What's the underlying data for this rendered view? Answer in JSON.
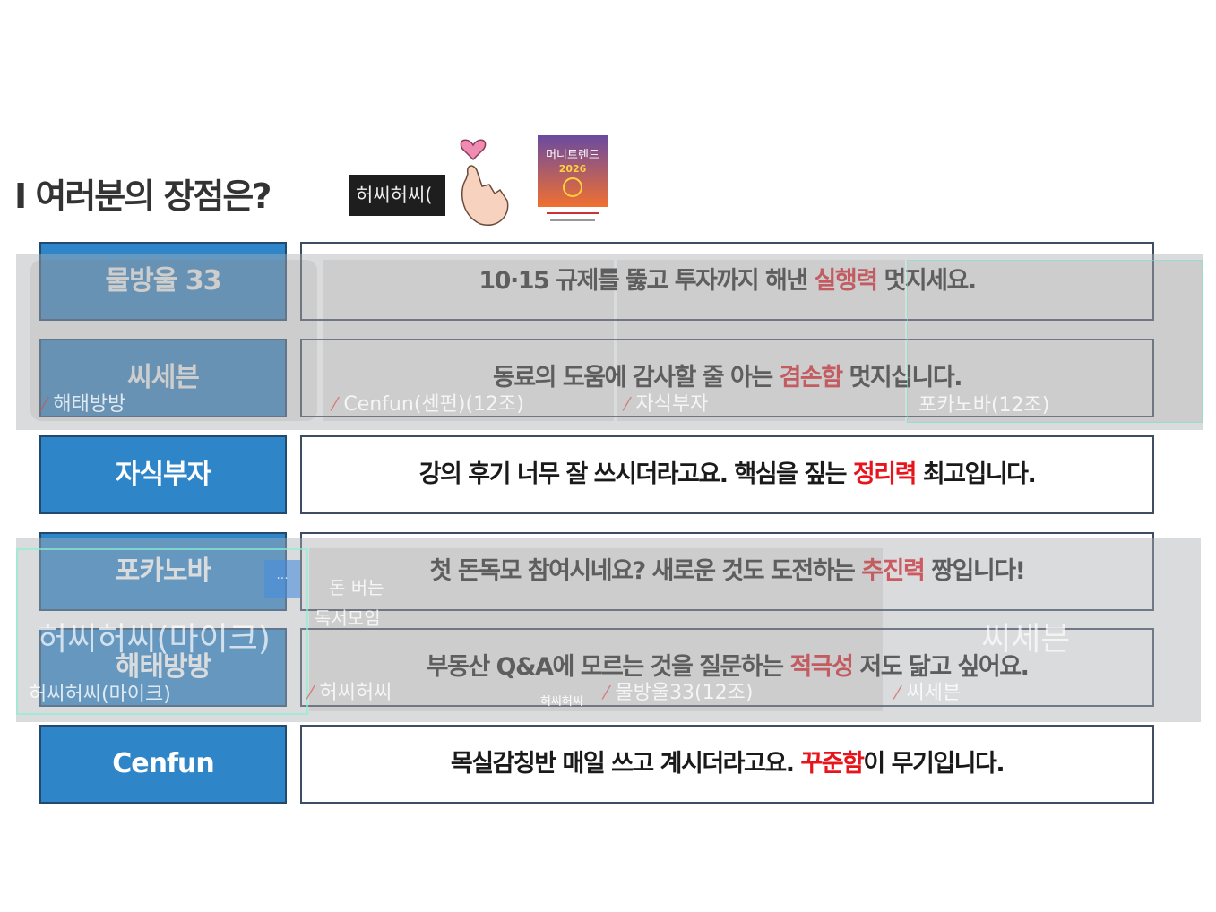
{
  "slide": {
    "title": "I 여러분의 장점은?",
    "speaker_chip": "허씨허씨(",
    "book": {
      "title": "머니트렌드",
      "year": "2026"
    },
    "rows": [
      {
        "name": "물방울 33",
        "before": "10·15 규제를 뚫고 투자까지 해낸 ",
        "highlight": "실행력",
        "after": " 멋지세요."
      },
      {
        "name": "씨세븐",
        "before": "동료의 도움에 감사할 줄 아는 ",
        "highlight": "겸손함",
        "after": " 멋지십니다."
      },
      {
        "name": "자식부자",
        "before": "강의 후기 너무 잘 쓰시더라고요. 핵심을 짚는 ",
        "highlight": "정리력",
        "after": " 최고입니다."
      },
      {
        "name": "포카노바",
        "before": "첫 돈독모 참여시네요? 새로운 것도 도전하는 ",
        "highlight": "추진력",
        "after": " 짱입니다!"
      },
      {
        "name": "해태방방",
        "before": "부동산 Q&A에 모르는 것을 질문하는 ",
        "highlight": "적극성",
        "after": " 저도 닮고 싶어요."
      },
      {
        "name": "Cenfun",
        "before": "목실감칭반 매일 쓰고 계시더라고요. ",
        "highlight": "꾸준함",
        "after": "이 무기입니다."
      }
    ]
  },
  "video_strip_1": {
    "tiles": [
      "해태방방",
      "Cenfun(센펀)(12조)",
      "자식부자",
      "포카노바(12조)"
    ]
  },
  "video_strip_2": {
    "big_name_1": "허씨허씨(마이크)",
    "big_name_2": "씨세븐",
    "background_text_1": "돈 버는",
    "background_text_2": "독서모임",
    "shirt_text": "허씨허씨",
    "more_button": "···",
    "tiles": [
      "허씨허씨(마이크)",
      "허씨허씨",
      "물방울33(12조)",
      "씨세븐"
    ]
  },
  "colors": {
    "accent_blue": "#2e86c9",
    "highlight_red": "#e8141c"
  }
}
